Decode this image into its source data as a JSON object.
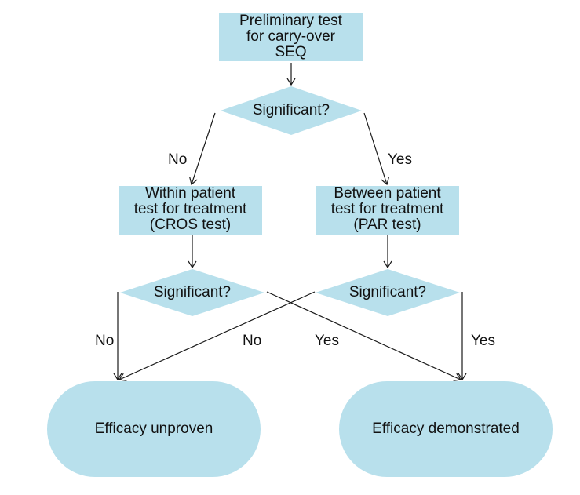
{
  "diagram": {
    "nodes": {
      "carryover": {
        "text": "Preliminary test\nfor carry-over\nSEQ"
      },
      "decision_top": {
        "text": "Significant?"
      },
      "cros": {
        "text": "Within patient\ntest for treatment\n(CROS test)"
      },
      "par": {
        "text": "Between patient\ntest for treatment\n(PAR test)"
      },
      "decision_left": {
        "text": "Significant?"
      },
      "decision_right": {
        "text": "Significant?"
      },
      "unproven": {
        "text": "Efficacy unproven"
      },
      "demonstrated": {
        "text": "Efficacy demonstrated"
      }
    },
    "edge_labels": {
      "top_no": "No",
      "top_yes": "Yes",
      "left_no": "No",
      "left_yes": "Yes",
      "right_no": "No",
      "right_yes": "Yes"
    },
    "colors": {
      "fill": "#b8e0ec",
      "line": "#1a1a1a"
    }
  }
}
